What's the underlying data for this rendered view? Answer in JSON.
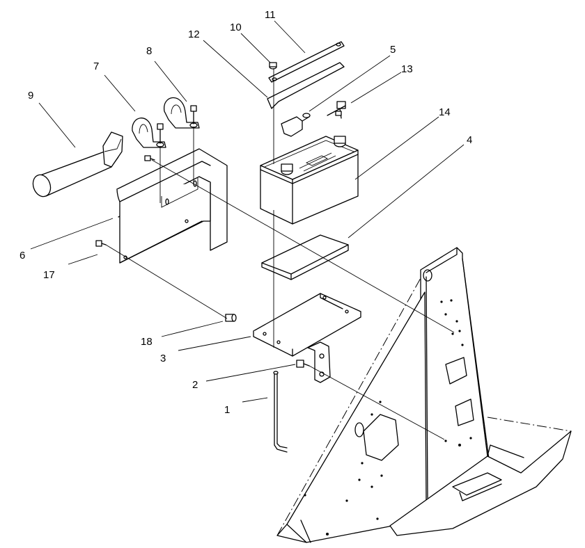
{
  "callouts": [
    {
      "id": "c1",
      "text": "1"
    },
    {
      "id": "c2",
      "text": "2"
    },
    {
      "id": "c3",
      "text": "3"
    },
    {
      "id": "c4",
      "text": "4"
    },
    {
      "id": "c5",
      "text": "5"
    },
    {
      "id": "c6",
      "text": "6"
    },
    {
      "id": "c7",
      "text": "7"
    },
    {
      "id": "c8",
      "text": "8"
    },
    {
      "id": "c9",
      "text": "9"
    },
    {
      "id": "c10",
      "text": "10"
    },
    {
      "id": "c11",
      "text": "11"
    },
    {
      "id": "c12",
      "text": "12"
    },
    {
      "id": "c13",
      "text": "13"
    },
    {
      "id": "c14",
      "text": "14"
    },
    {
      "id": "c17",
      "text": "17"
    },
    {
      "id": "c18",
      "text": "18"
    }
  ]
}
